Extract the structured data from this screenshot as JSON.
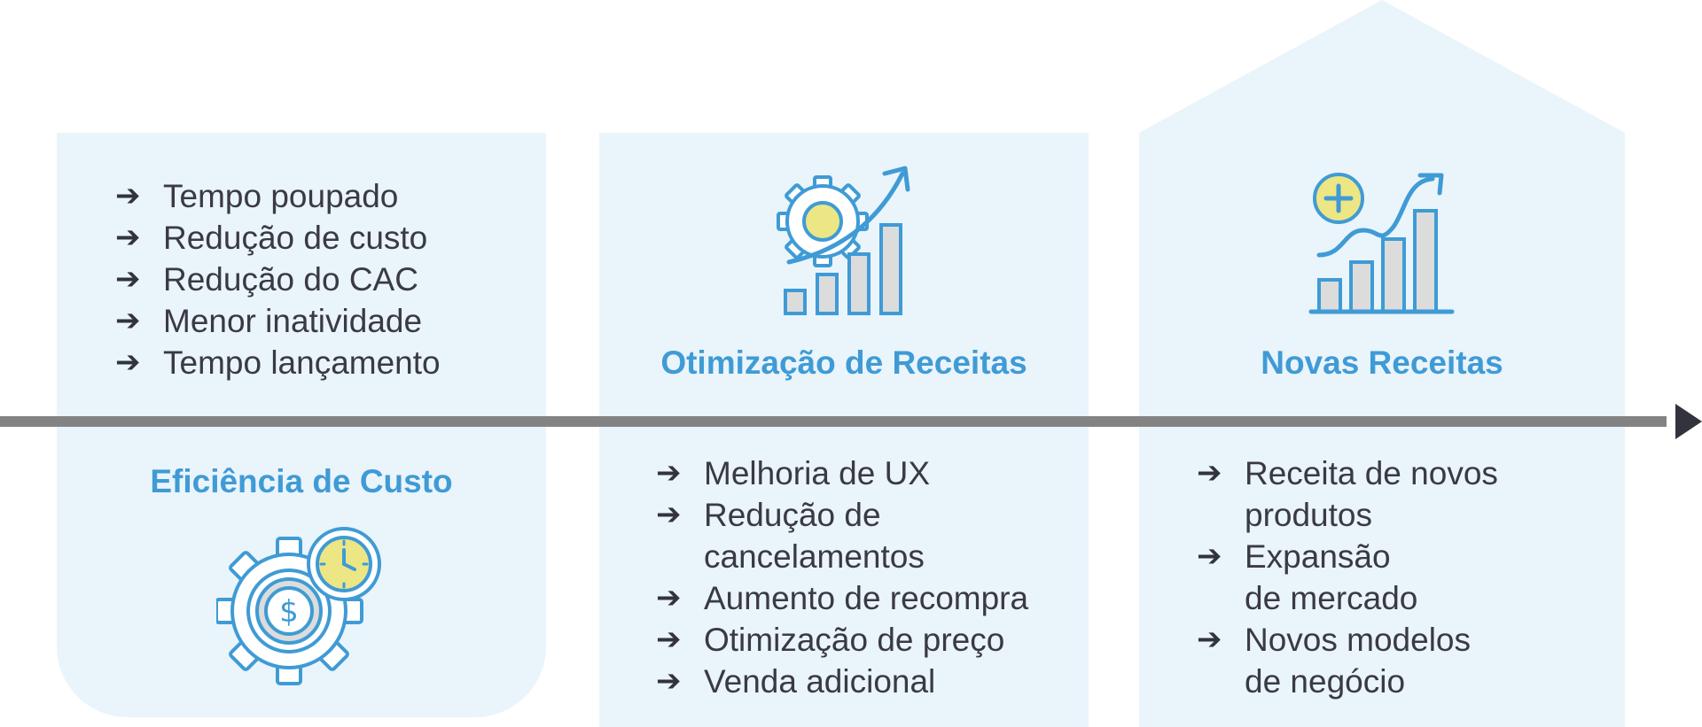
{
  "colors": {
    "panel_bg": "#eaf4fb",
    "title": "#3f9bd5",
    "text": "#3a3a44",
    "timeline": "#838383",
    "icon_stroke": "#3f9bd5",
    "icon_yellow": "#ece685",
    "icon_grey": "#dcdcdc"
  },
  "column1": {
    "items": [
      "Tempo poupado",
      "Redução de custo",
      "Redução do CAC",
      "Menor inatividade",
      "Tempo lançamento"
    ],
    "title": "Eficiência de Custo",
    "icon": "gear-dollar-clock-icon"
  },
  "column2": {
    "title": "Otimização de Receitas",
    "items": [
      [
        "Melhoria de UX"
      ],
      [
        "Redução de",
        "cancelamentos"
      ],
      [
        "Aumento de recompra"
      ],
      [
        "Otimização de preço"
      ],
      [
        "Venda adicional"
      ]
    ],
    "icon": "gear-growth-chart-icon"
  },
  "column3": {
    "title": "Novas Receitas",
    "items": [
      [
        "Receita de novos",
        "produtos"
      ],
      [
        "Expansão",
        "de mercado"
      ],
      [
        "Novos modelos",
        "de negócio"
      ]
    ],
    "icon": "plus-growth-chart-icon"
  },
  "bullet": "➔"
}
